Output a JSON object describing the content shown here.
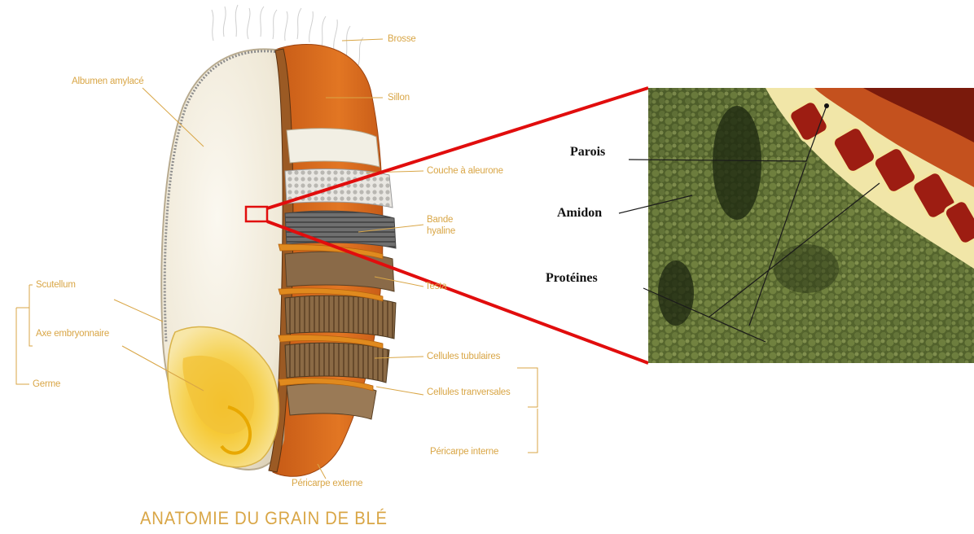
{
  "title": "ANATOMIE DU GRAIN DE BLÉ",
  "grain_labels": {
    "brosse": "Brosse",
    "albumen": "Albumen amylacé",
    "sillon": "Sillon",
    "aleurone": "Couche à aleurone",
    "hyaline_1": "Bande",
    "hyaline_2": "hyaline",
    "testa": "Testa",
    "scutellum": "Scutellum",
    "axe": "Axe embryonnaire",
    "germe": "Germe",
    "tubulaires": "Cellules tubulaires",
    "transversales": "Cellules tranversales",
    "pericarpe_interne": "Péricarpe interne",
    "pericarpe_externe": "Péricarpe externe"
  },
  "micro_labels": {
    "parois": "Parois",
    "amidon": "Amidon",
    "proteines": "Protéines"
  },
  "colors": {
    "label": "#d9a646",
    "zoom_line": "#e10d0d",
    "pericarp": "#d8641a",
    "albumen": "#f3ede0",
    "germ": "#f2c820"
  }
}
